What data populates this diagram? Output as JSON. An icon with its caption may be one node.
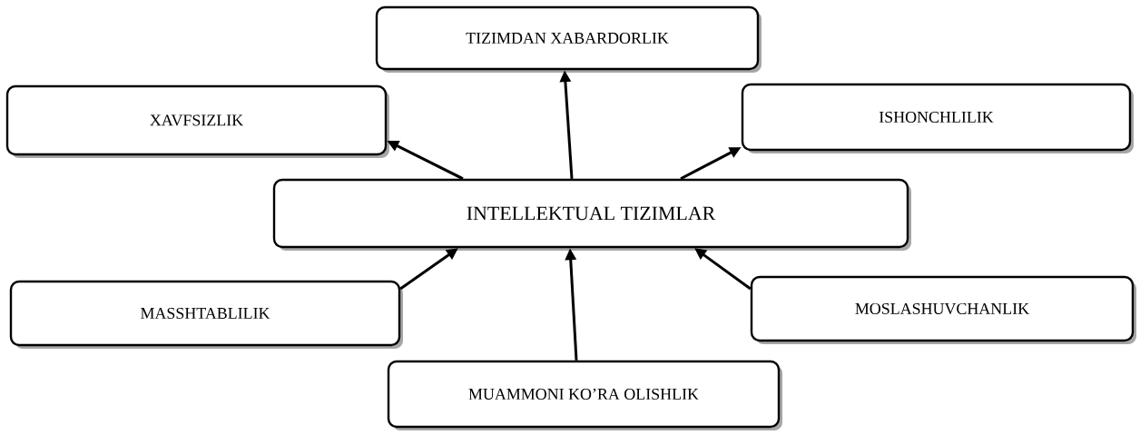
{
  "diagram": {
    "nodes": [
      {
        "text": [
          "TIZIMDAN XABARDORLIK"
        ]
      },
      {
        "text": [
          "XAVFSIZLIK"
        ]
      },
      {
        "text": [
          "ISHONCHLILIK"
        ]
      },
      {
        "text": [
          "INTELLEKTUAL TIZIMLAR"
        ]
      },
      {
        "text": [
          "MASSHTABLILIK"
        ]
      },
      {
        "text": [
          "MOSLASHUVCHANLIK"
        ]
      },
      {
        "text": [
          "MUAMMONI KO’RA OLISHLIK"
        ]
      }
    ],
    "edges": [
      {
        "from": 3,
        "to": 0,
        "arrow": "to"
      },
      {
        "from": 3,
        "to": 1,
        "arrow": "to"
      },
      {
        "from": 3,
        "to": 2,
        "arrow": "to"
      },
      {
        "from": 4,
        "to": 3,
        "arrow": "to"
      },
      {
        "from": 5,
        "to": 3,
        "arrow": "to"
      },
      {
        "from": 6,
        "to": 3,
        "arrow": "to"
      }
    ]
  }
}
